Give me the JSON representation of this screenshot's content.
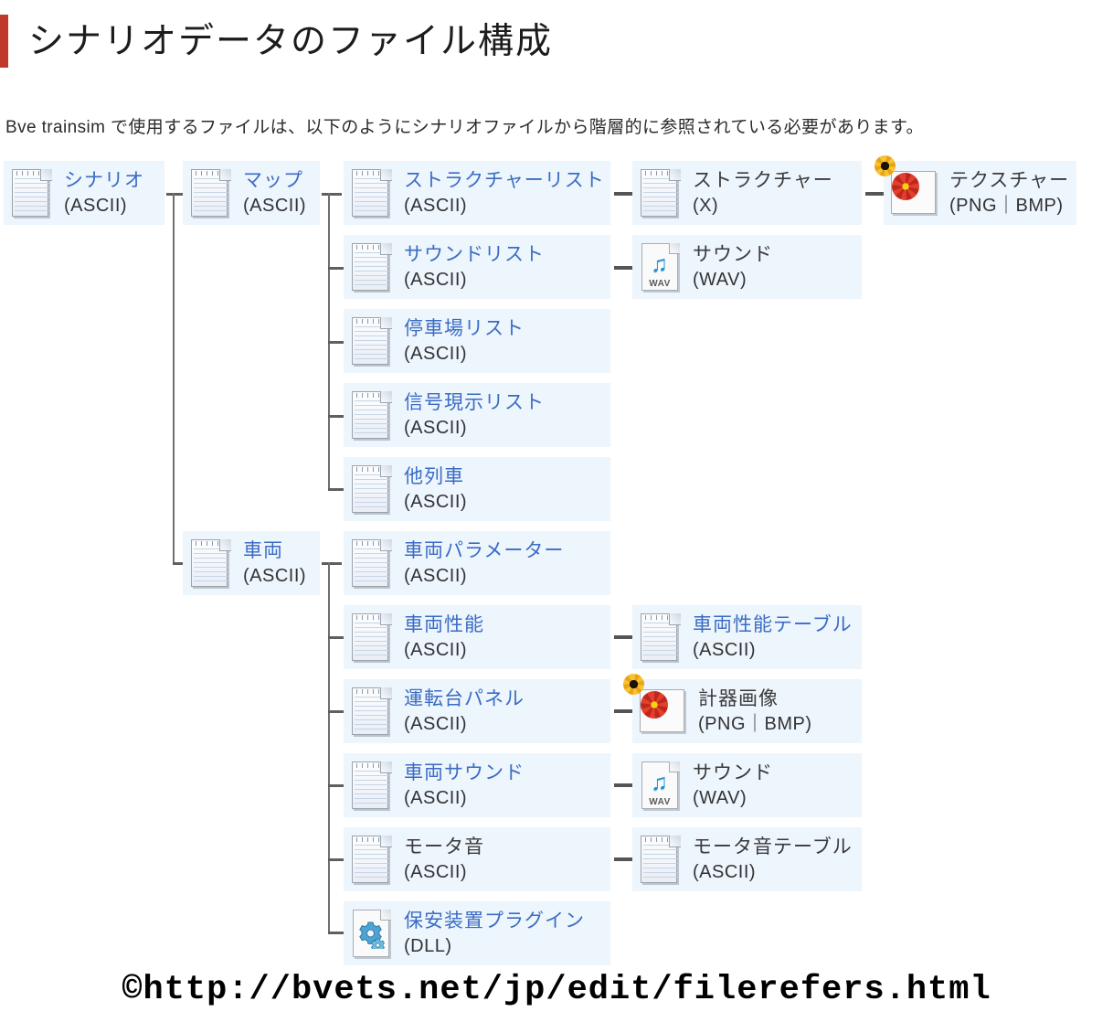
{
  "page": {
    "title": "シナリオデータのファイル構成",
    "intro": "Bve trainsim で使用するファイルは、以下のようにシナリオファイルから階層的に参照されている必要があります。",
    "accent_color": "#c0392b",
    "link_color": "#3b6cc4",
    "plain_text_color": "#3a3a3a",
    "node_background": "#edf5fd",
    "connector_color": "#6f6f6f"
  },
  "watermark": {
    "text": "©http://bvets.net/jp/edit/filerefers.html"
  },
  "nodes": [
    {
      "id": "scenario",
      "name": "シナリオ",
      "format": "(ASCII)",
      "icon": "text-file-icon",
      "link": true
    },
    {
      "id": "map",
      "name": "マップ",
      "format": "(ASCII)",
      "icon": "text-file-icon",
      "link": true
    },
    {
      "id": "structurelist",
      "name": "ストラクチャーリスト",
      "format": "(ASCII)",
      "icon": "text-file-icon",
      "link": true
    },
    {
      "id": "structure",
      "name": "ストラクチャー",
      "format": "(X)",
      "icon": "text-file-icon",
      "link": false
    },
    {
      "id": "texture",
      "name": "テクスチャー",
      "format": "(PNG｜BMP)",
      "icon": "image-file-icon",
      "link": false
    },
    {
      "id": "soundlist",
      "name": "サウンドリスト",
      "format": "(ASCII)",
      "icon": "text-file-icon",
      "link": true
    },
    {
      "id": "sound1",
      "name": "サウンド",
      "format": "(WAV)",
      "icon": "wav-file-icon",
      "link": false
    },
    {
      "id": "stationlist",
      "name": "停車場リスト",
      "format": "(ASCII)",
      "icon": "text-file-icon",
      "link": true
    },
    {
      "id": "signallist",
      "name": "信号現示リスト",
      "format": "(ASCII)",
      "icon": "text-file-icon",
      "link": true
    },
    {
      "id": "othertrain",
      "name": "他列車",
      "format": "(ASCII)",
      "icon": "text-file-icon",
      "link": true
    },
    {
      "id": "vehicle",
      "name": "車両",
      "format": "(ASCII)",
      "icon": "text-file-icon",
      "link": true
    },
    {
      "id": "vehicleparam",
      "name": "車両パラメーター",
      "format": "(ASCII)",
      "icon": "text-file-icon",
      "link": true
    },
    {
      "id": "vehicleperf",
      "name": "車両性能",
      "format": "(ASCII)",
      "icon": "text-file-icon",
      "link": true
    },
    {
      "id": "vehicleperftbl",
      "name": "車両性能テーブル",
      "format": "(ASCII)",
      "icon": "text-file-icon",
      "link": true
    },
    {
      "id": "panel",
      "name": "運転台パネル",
      "format": "(ASCII)",
      "icon": "text-file-icon",
      "link": true
    },
    {
      "id": "gaugeimage",
      "name": "計器画像",
      "format": "(PNG｜BMP)",
      "icon": "image-file-icon",
      "link": false
    },
    {
      "id": "vehiclesound",
      "name": "車両サウンド",
      "format": "(ASCII)",
      "icon": "text-file-icon",
      "link": true
    },
    {
      "id": "sound2",
      "name": "サウンド",
      "format": "(WAV)",
      "icon": "wav-file-icon",
      "link": false
    },
    {
      "id": "motornoise",
      "name": "モータ音",
      "format": "(ASCII)",
      "icon": "text-file-icon",
      "link": false
    },
    {
      "id": "motornoisetbl",
      "name": "モータ音テーブル",
      "format": "(ASCII)",
      "icon": "text-file-icon",
      "link": false
    },
    {
      "id": "plugin",
      "name": "保安装置プラグイン",
      "format": "(DLL)",
      "icon": "dll-file-icon",
      "link": true
    }
  ]
}
